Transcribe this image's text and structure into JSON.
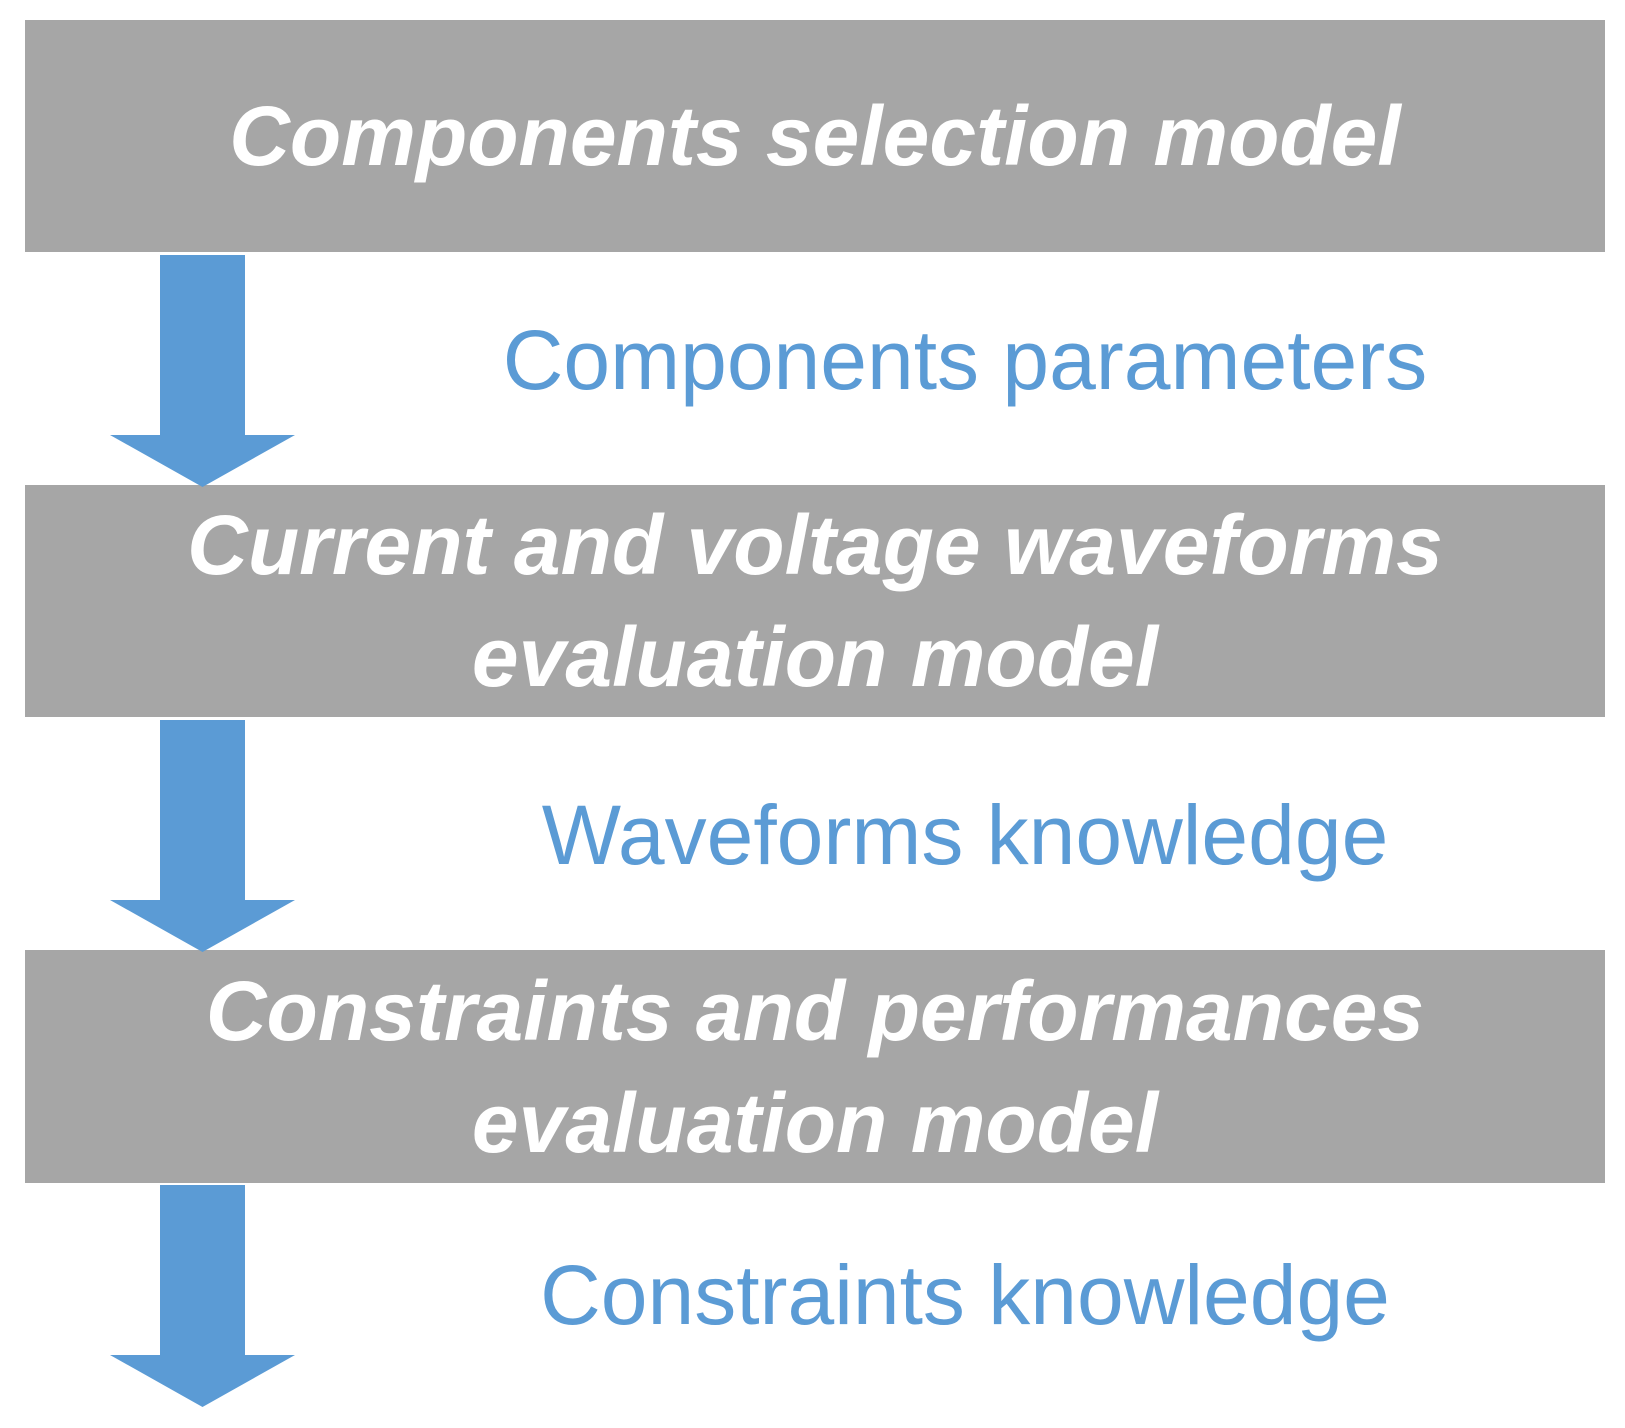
{
  "colors": {
    "box_fill": "#a6a6a6",
    "box_text": "#ffffff",
    "arrow_fill": "#5b9bd5",
    "label_text": "#5b9bd5",
    "background": "#ffffff"
  },
  "steps": [
    {
      "lines": [
        "Components selection model"
      ]
    },
    {
      "lines": [
        "Current and voltage waveforms",
        "evaluation model"
      ]
    },
    {
      "lines": [
        "Constraints and performances",
        "evaluation model"
      ]
    }
  ],
  "flows": [
    {
      "label": "Components parameters"
    },
    {
      "label": "Waveforms knowledge"
    },
    {
      "label": "Constraints knowledge"
    }
  ]
}
